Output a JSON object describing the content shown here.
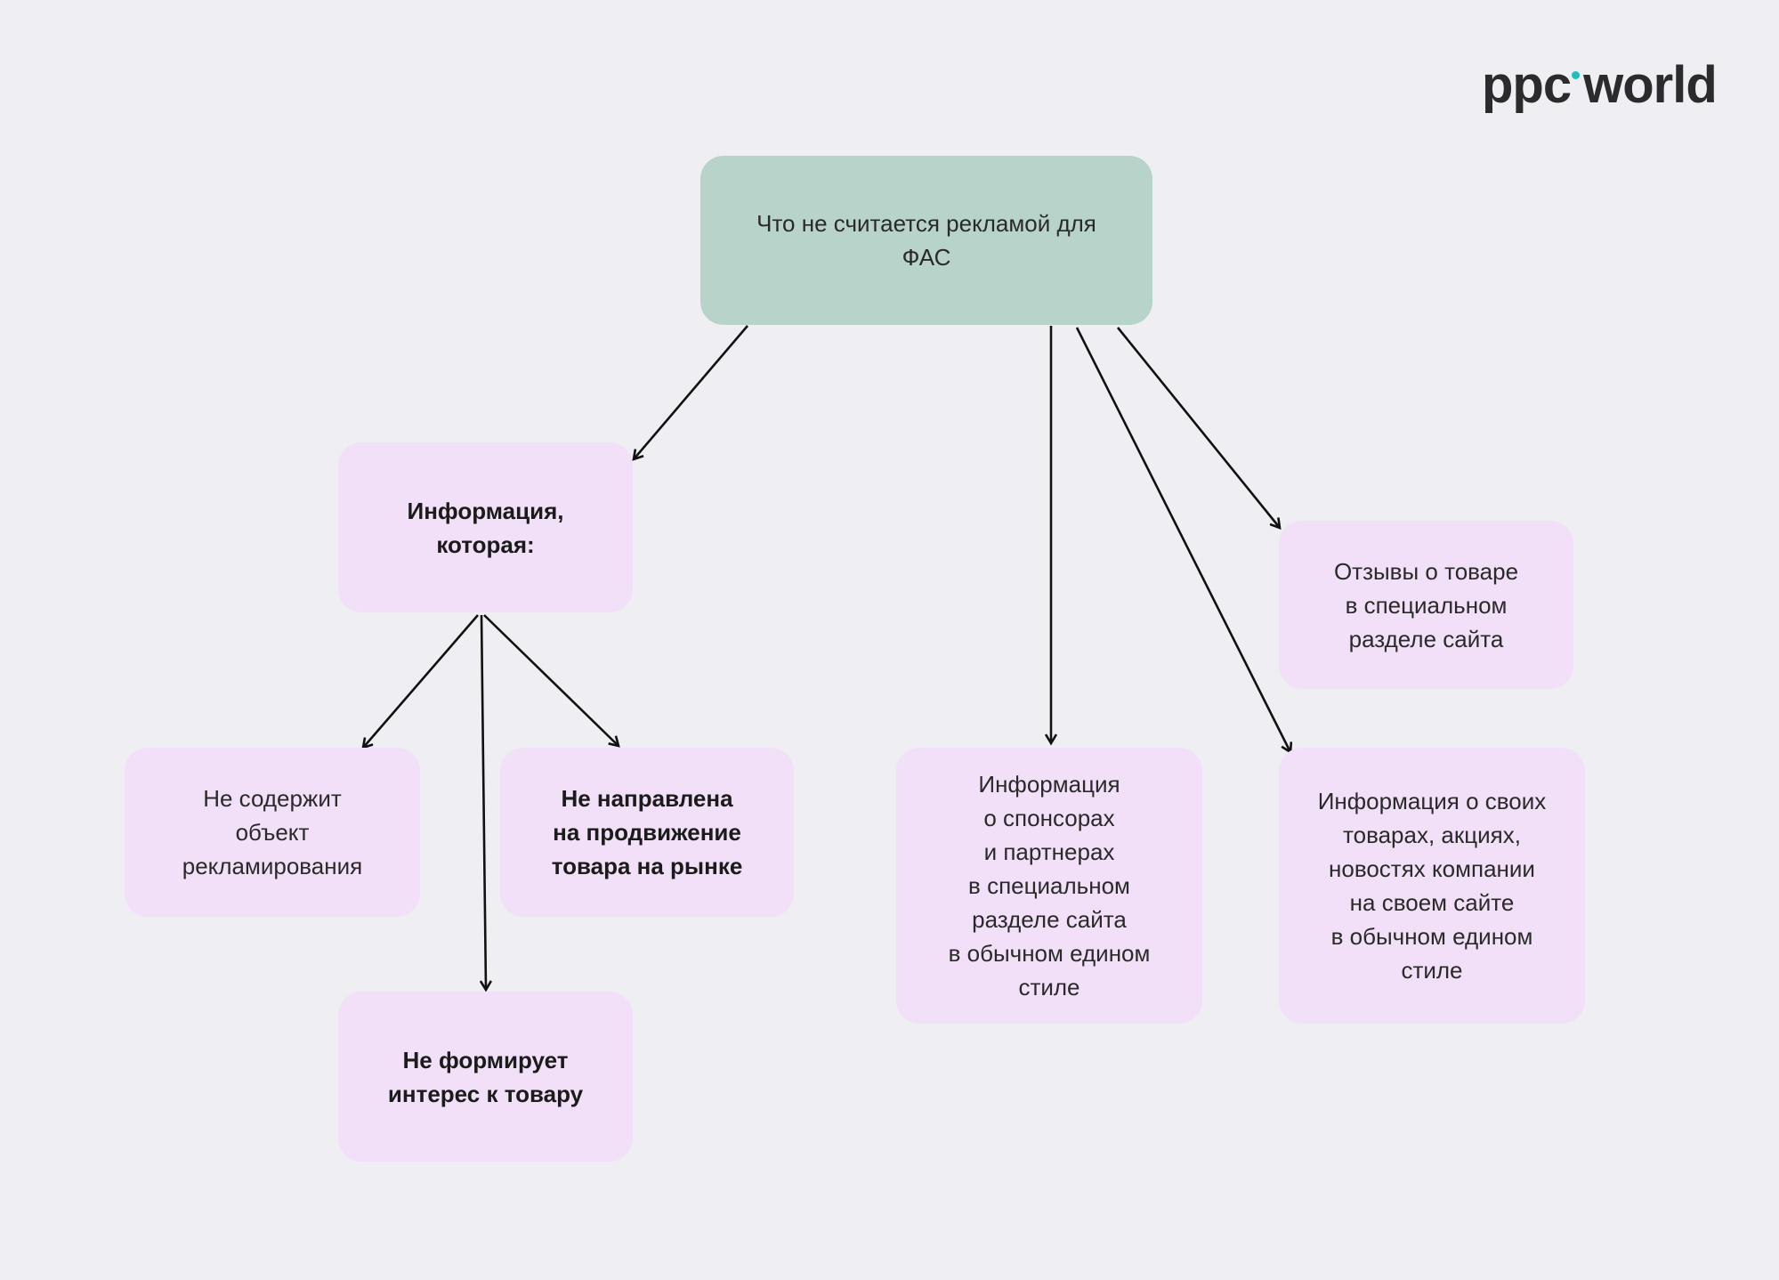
{
  "logo": {
    "text": "ppc·world",
    "part1": "ppc",
    "part2": "world",
    "dot_color": "#1fbfbf"
  },
  "colors": {
    "root": "#b7d3ca",
    "node": "#f1e0f7",
    "background": "#efeff3"
  },
  "nodes": {
    "root": "Что не считается рекламой для\nФАС",
    "information": "Информация,\nкоторая:",
    "reviews": "Отзывы о товаре\nв специальном\nразделе сайта",
    "no_object": "Не содержит\nобъект\nрекламирования",
    "not_promoting": "Не направлена\nна продвижение\nтовара на рынке",
    "no_interest": "Не формирует\nинтерес к товару",
    "sponsors": "Информация\nо спонсорах\nи партнерах\nв специальном\nразделе сайта\nв обычном едином\nстиле",
    "own_info": "Информация о своих\nтоварах, акциях,\nновостях компании\nна своем сайте\nв обычном едином\nстиле"
  }
}
